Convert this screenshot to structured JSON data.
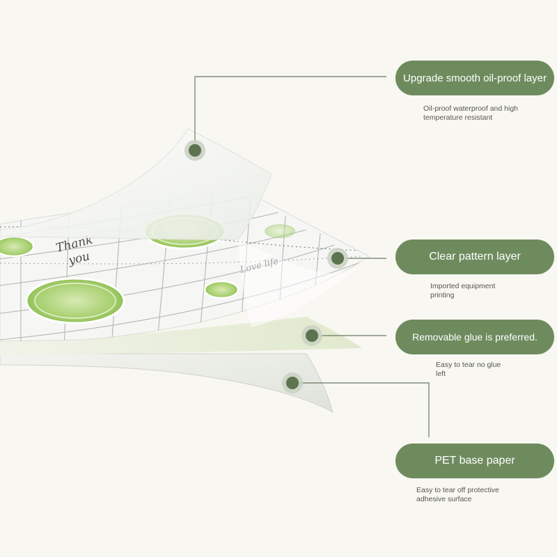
{
  "layers": [
    {
      "title": "Upgrade smooth oil-proof layer",
      "description": "Oil-proof waterproof and high\ntemperature resistant"
    },
    {
      "title": "Clear pattern layer",
      "description": "Imported equipment\nprinting"
    },
    {
      "title": "Removable glue is preferred.",
      "description": "Easy to tear no glue\nleft"
    },
    {
      "title": "PET base paper",
      "description": "Easy to tear off protective\nadhesive surface"
    }
  ],
  "pattern_text": {
    "thank_line1": "Thank",
    "thank_line2": "you",
    "love_life": "Love life"
  },
  "colors": {
    "pill": "#6e8b5e",
    "marker": "#5c7350",
    "lime": "#a6cf6e",
    "leader_line": "#6a7a62",
    "background": "#f8f7f2"
  }
}
